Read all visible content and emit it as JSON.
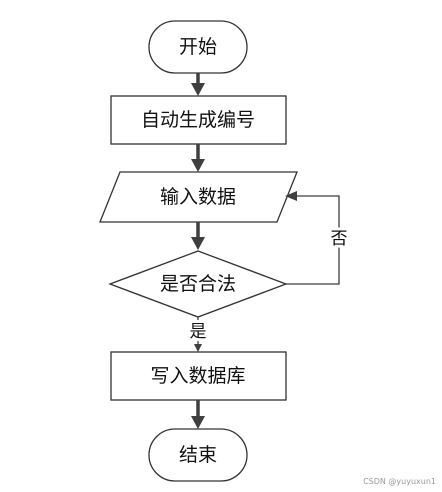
{
  "nodes": {
    "start": {
      "label": "开始"
    },
    "generate_id": {
      "label": "自动生成编号"
    },
    "input_data": {
      "label": "输入数据"
    },
    "is_valid": {
      "label": "是否合法"
    },
    "write_db": {
      "label": "写入数据库"
    },
    "end": {
      "label": "结束"
    }
  },
  "edges": {
    "valid_yes": {
      "label": "是"
    },
    "valid_no": {
      "label": "否"
    }
  },
  "watermark": "CSDN @yuyuxun1"
}
